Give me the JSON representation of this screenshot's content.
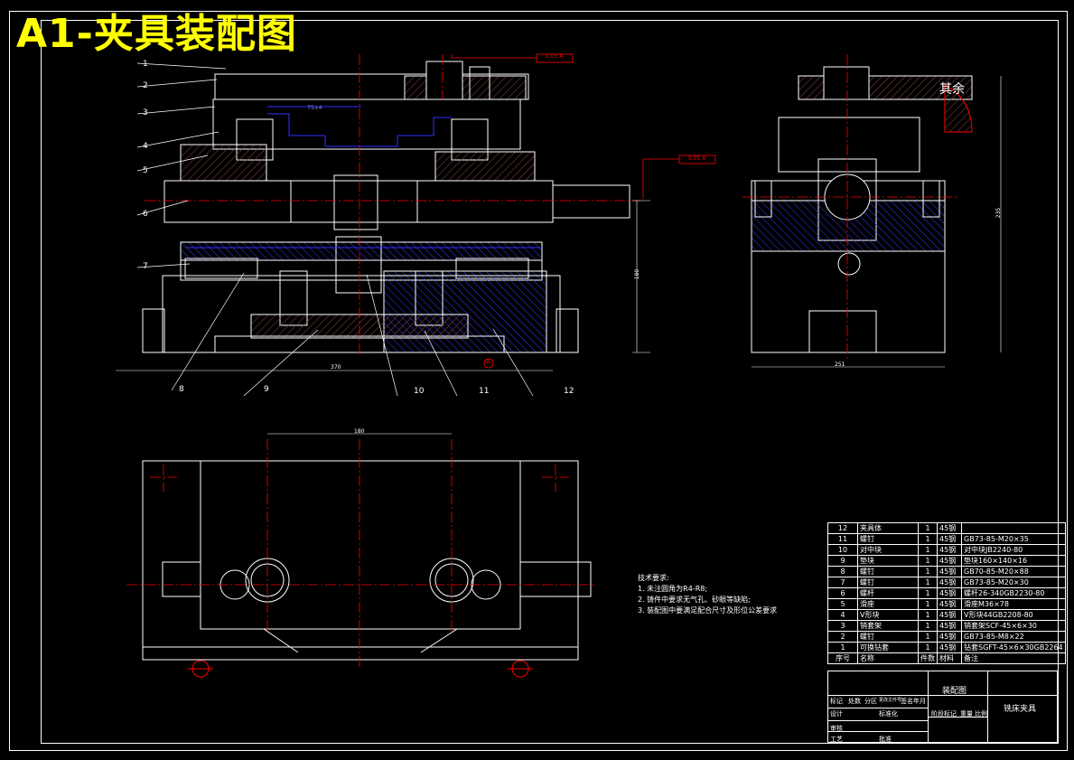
{
  "title_banner": "A1-夹具装配图",
  "side_label": "其余",
  "part_labels": [
    "1",
    "2",
    "3",
    "4",
    "5",
    "6",
    "7",
    "8",
    "9",
    "10",
    "11",
    "12"
  ],
  "tech_notes": {
    "heading": "技术要求:",
    "items": [
      "1. 未注圆角为R4-R8;",
      "2. 铸件中要求无气孔、砂眼等缺陷;",
      "3. 装配图中要满足配合尺寸及形位公差要求"
    ]
  },
  "bom": {
    "rows": [
      {
        "no": "12",
        "name": "夹具体",
        "qty": "1",
        "mat": "45钢",
        "remark": ""
      },
      {
        "no": "11",
        "name": "螺钉",
        "qty": "1",
        "mat": "45钢",
        "remark": "GB73-85-M20×35"
      },
      {
        "no": "10",
        "name": "对中块",
        "qty": "1",
        "mat": "45钢",
        "remark": "对中块JB2240-80"
      },
      {
        "no": "9",
        "name": "垫块",
        "qty": "1",
        "mat": "45钢",
        "remark": "垫块160×140×16"
      },
      {
        "no": "8",
        "name": "螺钉",
        "qty": "1",
        "mat": "45钢",
        "remark": "GB70-85-M20×88"
      },
      {
        "no": "7",
        "name": "螺钉",
        "qty": "1",
        "mat": "45钢",
        "remark": "GB73-85-M20×30"
      },
      {
        "no": "6",
        "name": "螺杆",
        "qty": "1",
        "mat": "45钢",
        "remark": "螺杆26-340GB2230-80"
      },
      {
        "no": "5",
        "name": "滑座",
        "qty": "1",
        "mat": "45钢",
        "remark": "滑座M36×78"
      },
      {
        "no": "4",
        "name": "V形块",
        "qty": "1",
        "mat": "45钢",
        "remark": "V形块44GB2208-80"
      },
      {
        "no": "3",
        "name": "销套架",
        "qty": "1",
        "mat": "45钢",
        "remark": "销套架SCF-45×6×30"
      },
      {
        "no": "2",
        "name": "螺钉",
        "qty": "1",
        "mat": "45钢",
        "remark": "GB73-85-M8×22"
      },
      {
        "no": "1",
        "name": "可换钻套",
        "qty": "1",
        "mat": "45钢",
        "remark": "钻套SGFT-45×6×30GB2264"
      }
    ],
    "header": {
      "no": "序号",
      "name": "名称",
      "qty": "件数",
      "mat": "材料",
      "remark": "备注"
    }
  },
  "title_block": {
    "drawing_name": "装配图",
    "product": "铣床夹具",
    "labels": [
      "标记",
      "处数",
      "分区",
      "更改文件号",
      "签名",
      "年月",
      "设计",
      "标准化",
      "阶段标记",
      "重量",
      "比例",
      "审核",
      "工艺",
      "批准"
    ]
  },
  "dimensions": {
    "front_width": "370",
    "top_width": "180",
    "side_width": "251",
    "front_height": "180",
    "side_height": "235",
    "slot_width": "75±4",
    "gdt_1": "0.05 A",
    "gdt_2": "0.05 A",
    "datum": "A"
  },
  "colors": {
    "frame": "#ffffff",
    "outline": "#ffffff",
    "center": "#ff0000",
    "hidden": "#0000ff",
    "hatch": "#6a3a3a",
    "text": "#ffffff",
    "banner": "#ffff00"
  }
}
